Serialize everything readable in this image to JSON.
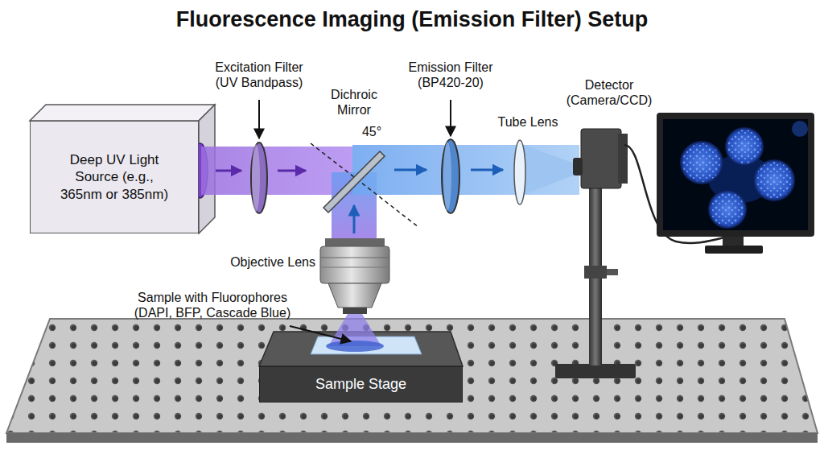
{
  "diagram": {
    "title": "Fluorescence Imaging (Emission Filter) Setup",
    "nodes": [
      {
        "text": [
          "Deep UV Light Source (e.g., 365nm or 385nm)"
        ]
      },
      {
        "text": [
          "Sample Stage"
        ]
      }
    ],
    "labels": [
      "Excitation Filter (UV Bandpass)",
      "Dichroic Mirror",
      "45°",
      "Emission Filter (BP420-20)",
      "Tube Lens",
      "Detector (Camera/CCD)",
      "Objective Lens",
      "Sample with Fluorophores (DAPI, BFP, Cascade Blue)"
    ]
  }
}
